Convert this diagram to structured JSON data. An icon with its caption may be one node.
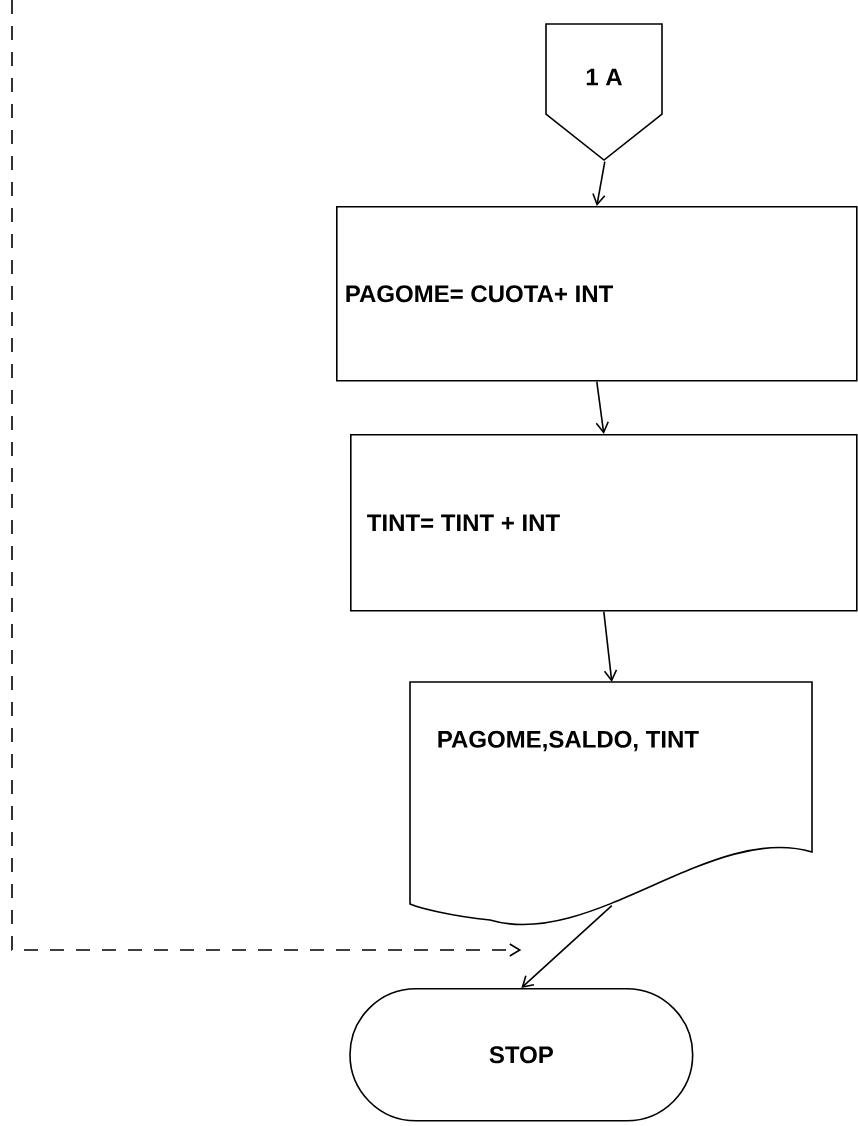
{
  "diagram": {
    "nodes": [
      {
        "text": [
          "1 A"
        ]
      },
      {
        "text": [
          "PAGOME= CUOTA+ INT"
        ]
      },
      {
        "text": [
          "TINT= TINT + INT"
        ]
      },
      {
        "text": [
          "PAGOME,SALDO, TINT"
        ]
      },
      {
        "text": [
          "STOP"
        ]
      }
    ],
    "edges": [
      {
        "from": 0,
        "to": 1,
        "arrow": "to"
      },
      {
        "from": 1,
        "to": 2,
        "arrow": "to"
      },
      {
        "from": 2,
        "to": 3,
        "arrow": "to"
      },
      {
        "from": 3,
        "to": 4,
        "arrow": "to"
      },
      {
        "from": null,
        "to": 4,
        "arrow": "to",
        "style": "dashed"
      }
    ]
  }
}
